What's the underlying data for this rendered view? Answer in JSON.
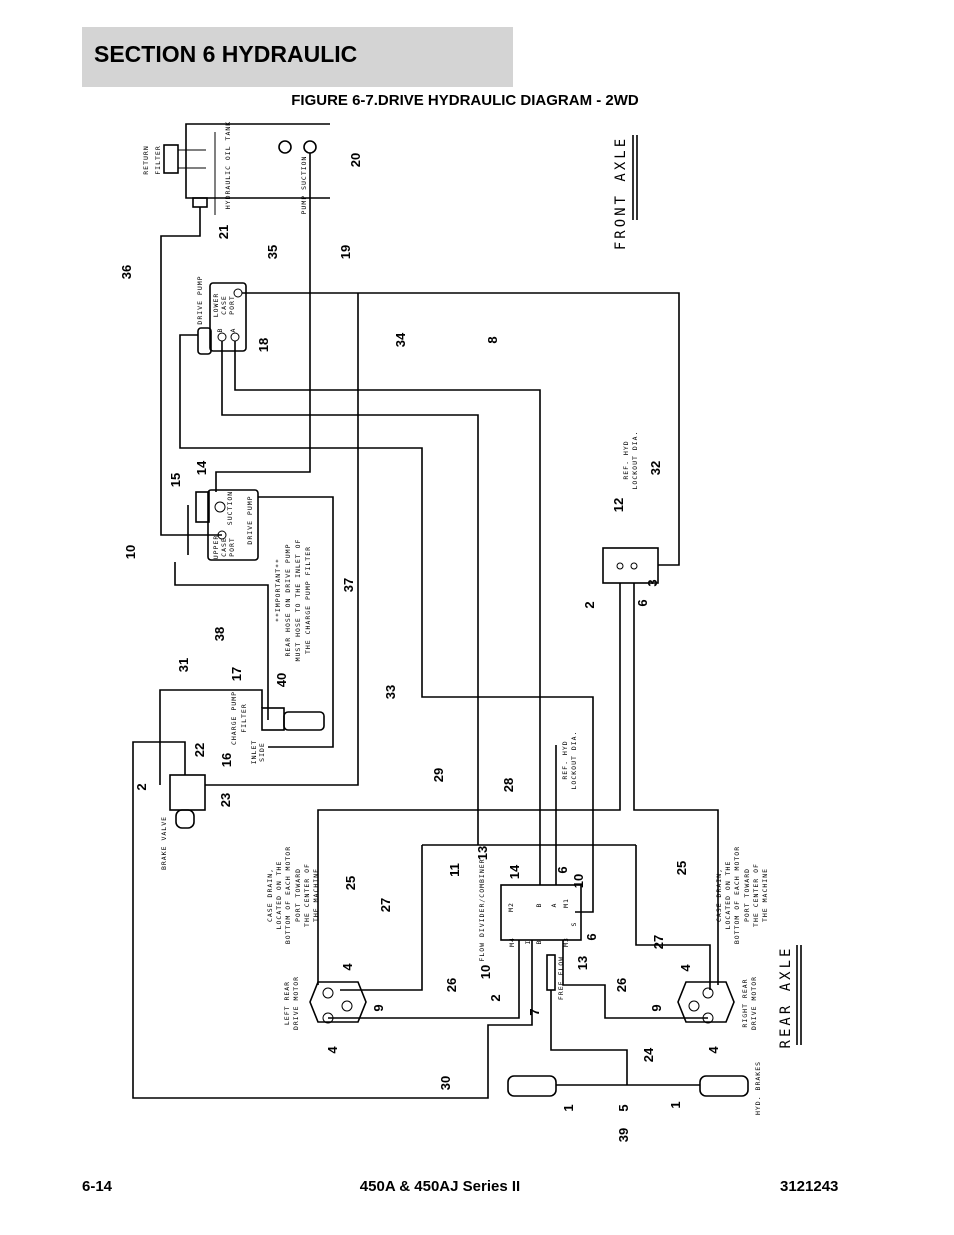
{
  "header": {
    "section": "SECTION 6   HYDRAULIC"
  },
  "figure_title": "FIGURE 6-7.DRIVE HYDRAULIC DIAGRAM - 2WD",
  "footer": {
    "page": "6-14",
    "model": "450A & 450AJ Series II",
    "doc_number": "3121243"
  },
  "diagram": {
    "callouts": [
      "20",
      "21",
      "35",
      "36",
      "19",
      "18",
      "34",
      "8",
      "14",
      "15",
      "10",
      "12",
      "32",
      "3",
      "6",
      "2",
      "37",
      "38",
      "31",
      "17",
      "40",
      "16",
      "22",
      "23",
      "2",
      "33",
      "29",
      "28",
      "11",
      "13",
      "14",
      "6",
      "10",
      "6",
      "13",
      "10",
      "2",
      "25",
      "27",
      "25",
      "27",
      "4",
      "9",
      "4",
      "26",
      "7",
      "26",
      "4",
      "9",
      "4",
      "30",
      "24",
      "1",
      "5",
      "39",
      "1"
    ],
    "labels": {
      "return": "RETURN",
      "filter": "FILTER",
      "tank": "HYDRAULIC OIL TANK",
      "pump_suction": "PUMP SUCTION",
      "drive_pump": "DRIVE PUMP",
      "lower": "LOWER",
      "case": "CASE",
      "port": "PORT",
      "port_b": "B",
      "port_a": "A",
      "suction": "SUCTION",
      "upper": "UPPER",
      "important": "**IMPORTANT**",
      "note1": "REAR HOSE ON DRIVE PUMP",
      "note2": "MUST HOSE TO THE INLET OF",
      "note3": "THE CHARGE PUMP FILTER",
      "charge_pump": "CHARGE PUMP",
      "inlet": "INLET",
      "side": "SIDE",
      "brake_valve": "BRAKE VALVE",
      "ref_hyd": "REF. HYD",
      "lockout": "LOCKOUT DIA.",
      "flow_divider": "FLOW DIVIDER/COMBINER",
      "m1": "M1",
      "m2": "M2",
      "m3": "M3",
      "m4": "M4",
      "s": "S",
      "i": "I",
      "free_flow": "FREE FLOW",
      "cd1": "CASE DRAIN,",
      "cd2": "LOCATED ON THE",
      "cd3": "BOTTOM OF EACH MOTOR",
      "cd4": "PORT TOWARD",
      "cd5": "THE CENTER OF",
      "cd6": "THE MACHINE",
      "left_rear": "LEFT REAR",
      "right_rear": "RIGHT REAR",
      "drive_motor": "DRIVE MOTOR",
      "hyd_brakes": "HYD. BRAKES",
      "front_axle": "FRONT AXLE",
      "rear_axle": "REAR AXLE"
    }
  }
}
